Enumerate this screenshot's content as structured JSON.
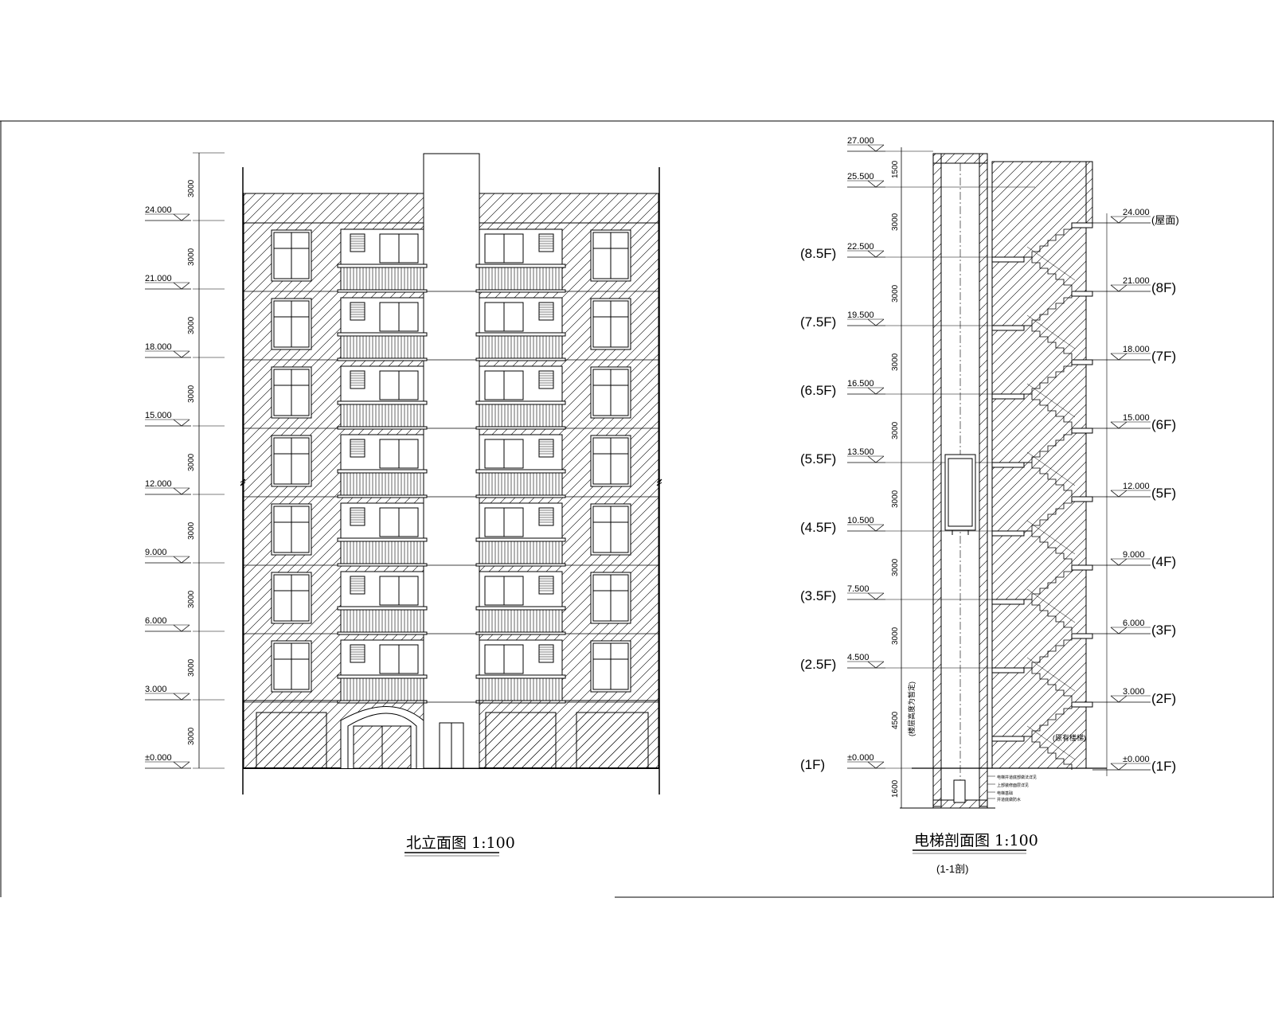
{
  "elevation": {
    "title": "北立面图 1:100",
    "levels": [
      "±0.000",
      "3.000",
      "6.000",
      "9.000",
      "12.000",
      "15.000",
      "18.000",
      "21.000",
      "24.000"
    ],
    "dims": [
      "3000",
      "3000",
      "3000",
      "3000",
      "3000",
      "3000",
      "3000",
      "3000",
      "3000"
    ]
  },
  "section": {
    "title": "电梯剖面图 1:100",
    "subtitle": "(1-1剖)",
    "top_levels": [
      "27.000",
      "25.500"
    ],
    "top_dims": [
      "1500",
      "3000"
    ],
    "left_levels": [
      "22.500",
      "19.500",
      "16.500",
      "13.500",
      "10.500",
      "7.500",
      "4.500",
      "±0.000"
    ],
    "left_floors": [
      "(8.5F)",
      "(7.5F)",
      "(6.5F)",
      "(5.5F)",
      "(4.5F)",
      "(3.5F)",
      "(2.5F)",
      "(1F)"
    ],
    "left_dims": [
      "3000",
      "3000",
      "3000",
      "3000",
      "3000",
      "3000",
      "4500",
      "1600"
    ],
    "right_levels": [
      "24.000",
      "21.000",
      "18.000",
      "15.000",
      "12.000",
      "9.000",
      "6.000",
      "3.000",
      "±0.000"
    ],
    "right_floors": [
      "(屋面)",
      "(8F)",
      "(7F)",
      "(6F)",
      "(5F)",
      "(4F)",
      "(3F)",
      "(2F)",
      "(1F)"
    ],
    "note_vertical": "(楼层高度为暂定)",
    "stair_note": "(原有楼梯)",
    "pit_notes": [
      "电梯井道底部做法详见",
      "上部装修面层详见",
      "电梯基础",
      "井道底做防水"
    ]
  }
}
